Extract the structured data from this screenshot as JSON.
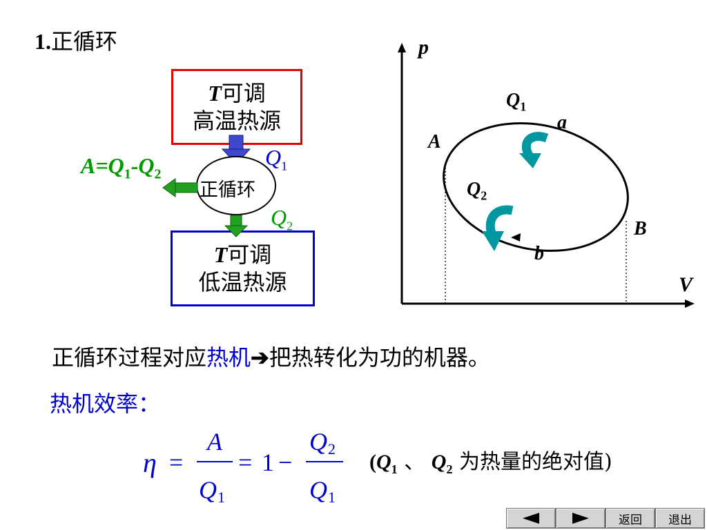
{
  "title": {
    "number": "1.",
    "text": "正循环"
  },
  "hot_reservoir": {
    "symbol": "T",
    "adjustable": "可调",
    "name": "高温热源"
  },
  "engine": {
    "label": "正循环"
  },
  "cold_reservoir": {
    "symbol": "T",
    "adjustable": "可调",
    "name": "低温热源"
  },
  "work_label": {
    "prefix": "A=Q",
    "sub1": "1",
    "mid": "-Q",
    "sub2": "2"
  },
  "heat_in": {
    "q": "Q",
    "sub": "1"
  },
  "heat_out": {
    "q": "Q",
    "sub": "2"
  },
  "pv_diagram": {
    "axis_p": "p",
    "axis_v": "V",
    "point_A": "A",
    "point_B": "B",
    "point_a": "a",
    "point_b": "b",
    "q1": {
      "q": "Q",
      "sub": "1"
    },
    "q2": {
      "q": "Q",
      "sub": "2"
    }
  },
  "description": {
    "prefix": "正循环过程对应",
    "highlight": "热机",
    "arrow": "➔",
    "suffix": "把热转化为功的机器。"
  },
  "efficiency_label": "热机效率：",
  "formula": {
    "eta": "η",
    "eq": "=",
    "A": "A",
    "Q": "Q",
    "sub1": "1",
    "sub2": "2",
    "one": "1",
    "minus": "−"
  },
  "note": {
    "open": "(",
    "q1": "Q",
    "s1": "1",
    "sep": " 、",
    "q2": "Q",
    "s2": "2",
    "text": " 为热量的绝对值)"
  },
  "nav": {
    "back": "返回",
    "exit": "退出",
    "prev_icon": "prev-triangle-icon",
    "next_icon": "next-triangle-icon"
  },
  "colors": {
    "hot": "#e00000",
    "cold": "#0000cc",
    "green": "#009900",
    "teal": "#0097a0"
  }
}
